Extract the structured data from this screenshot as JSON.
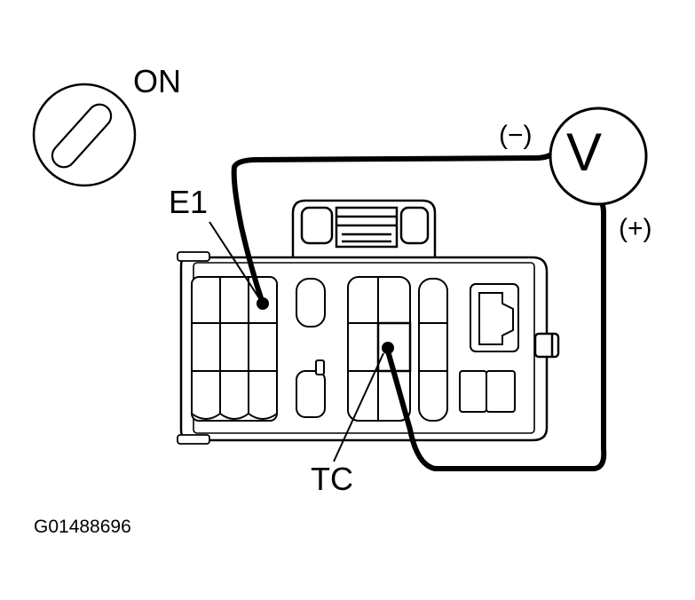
{
  "labels": {
    "ignition": "ON",
    "ground_terminal": "E1",
    "test_terminal": "TC",
    "negative_probe": "(−)",
    "positive_probe": "(+)",
    "meter": "V",
    "figure_id": "G01488696"
  },
  "colors": {
    "ink": "#000000",
    "paper": "#ffffff"
  },
  "icons": {
    "ignition_switch": "key-slot-icon",
    "meter": "voltmeter-icon"
  }
}
